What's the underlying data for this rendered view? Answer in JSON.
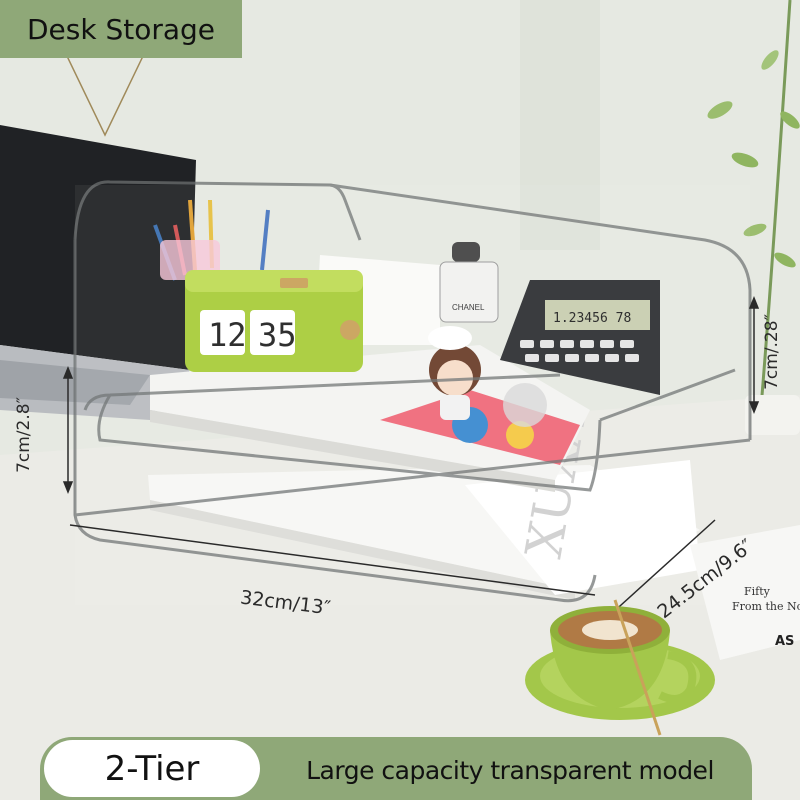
{
  "header": {
    "badge": "Desk Storage"
  },
  "dimensions": {
    "height_left": "7cm/2.8″",
    "height_right": "7cm/.28″",
    "width": "32cm/13″",
    "depth": "24.5cm/9.6″"
  },
  "footer": {
    "tier": "2-Tier",
    "tagline": "Large capacity transparent model"
  },
  "props": {
    "clock_hours": "12",
    "clock_minutes": "35",
    "calculator_display": "1.23456 78",
    "perfume_label": "CHANEL",
    "book_text": "XUXA",
    "magazine_lines": [
      "Fifty",
      "From the No",
      "AS"
    ]
  },
  "colors": {
    "accent_green": "#8fa878",
    "clock_green": "#a8cc3a",
    "cup_green": "#a3c74a"
  }
}
